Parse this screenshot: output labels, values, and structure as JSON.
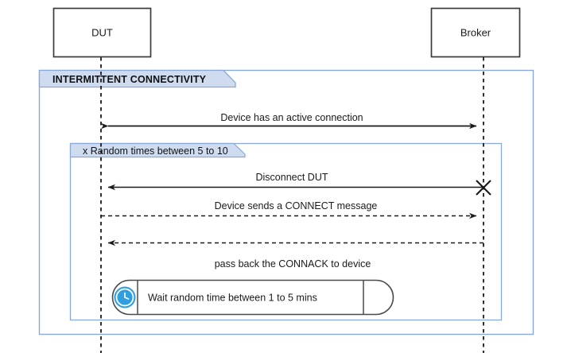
{
  "diagram": {
    "type": "uml-sequence-diagram",
    "title_visible": false,
    "colors": {
      "background": "#ffffff",
      "lifeline_box_border": "#3b3b3b",
      "lifeline_box_fill": "#ffffff",
      "lifeline_stroke": "#1a1a1a",
      "fragment_border": "#8aa9d6",
      "fragment_header_fill": "#cfdcf0",
      "fragment_header_border": "#8aa9d6",
      "message_stroke": "#1a1a1a",
      "clock_icon_blue": "#2f9fe0",
      "wait_box_border": "#4a4a4a",
      "text": "#1a1a1a"
    },
    "participants": [
      {
        "id": "dut",
        "label": "DUT"
      },
      {
        "id": "broker",
        "label": "Broker"
      }
    ],
    "fragments": [
      {
        "id": "outer",
        "label": "INTERMITTENT CONNECTIVITY",
        "style": "bold"
      },
      {
        "id": "inner",
        "label": "x Random times between 5 to 10",
        "style": "plain"
      }
    ],
    "messages": [
      {
        "id": "active-connection",
        "label": "Device has an active connection",
        "line": "solid",
        "direction": "both",
        "from": "dut",
        "to": "broker",
        "label_position": "above"
      },
      {
        "id": "disconnect-dut",
        "label": "Disconnect DUT",
        "line": "solid",
        "direction": "left",
        "from": "broker",
        "to": "dut",
        "label_position": "above",
        "end_marker": "destroy-cross"
      },
      {
        "id": "connect-message",
        "label": "Device sends a CONNECT message",
        "line": "dashed",
        "direction": "right",
        "from": "dut",
        "to": "broker",
        "label_position": "above"
      },
      {
        "id": "connack-message",
        "label": "pass back the CONNACK to device",
        "line": "dashed",
        "direction": "left",
        "from": "broker",
        "to": "dut",
        "label_position": "below"
      }
    ],
    "wait_action": {
      "id": "wait-timer",
      "label": "Wait random time between 1 to 5 mins",
      "icon": "clock-icon",
      "shape": "rounded-pill"
    }
  }
}
